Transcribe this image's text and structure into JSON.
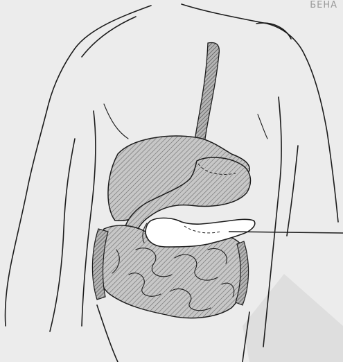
{
  "image": {
    "corner_text": "БЕНА",
    "colors": {
      "background": "#ececec",
      "ink": "#1c1c1c",
      "hatch_fill": "#bdbdbd",
      "pancreas_fill": "#ffffff",
      "watermark": "#cfcfcf"
    },
    "icons": [
      "torso-outline",
      "esophagus",
      "liver",
      "stomach",
      "pancreas",
      "small-intestine",
      "large-intestine",
      "pointer-line"
    ]
  }
}
